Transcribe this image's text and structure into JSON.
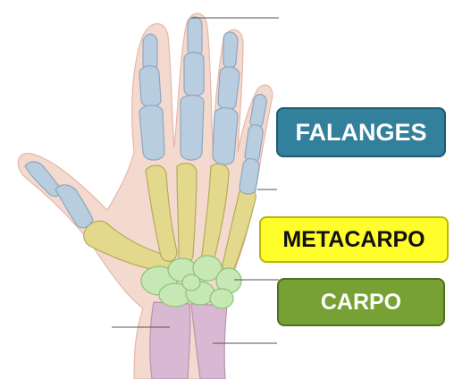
{
  "labels": {
    "falanges": {
      "text": "FALANGES",
      "bg": "#33809c",
      "border": "#1e5a70",
      "color": "#ffffff"
    },
    "metacarpo": {
      "text": "METACARPO",
      "bg": "#fffd2a",
      "border": "#b9b60a",
      "color": "#111111"
    },
    "carpo": {
      "text": "CARPO",
      "bg": "#77a134",
      "border": "#4f7020",
      "color": "#ffffff"
    }
  },
  "colors": {
    "skin": "#f4d9cf",
    "skin_edge": "#e6b7a9",
    "phalanges": "#b9cde0",
    "metacarpals": "#e3d98c",
    "carpals": "#c6e8b4",
    "forearm": "#d9b8d4",
    "leader": "#555555"
  }
}
